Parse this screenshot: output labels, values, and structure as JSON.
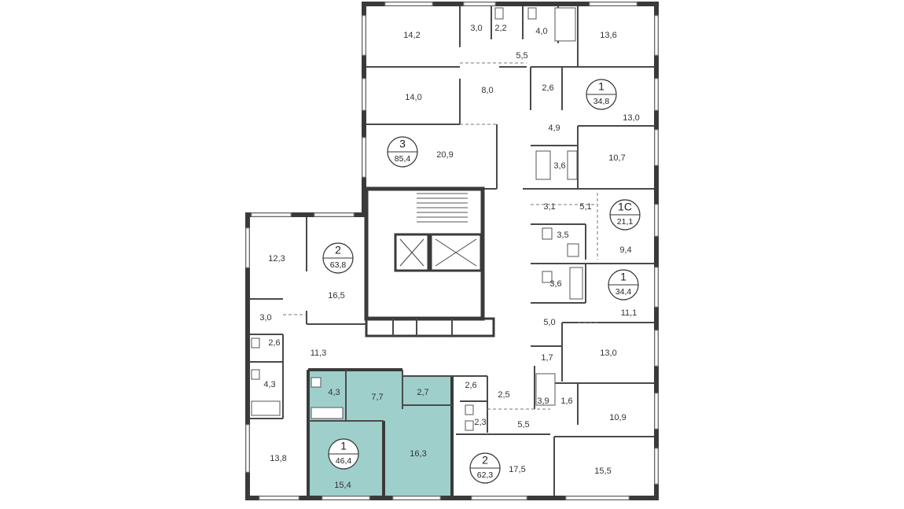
{
  "colors": {
    "highlight": "#9fcfca",
    "wall": "#3a3a3a",
    "background": "#ffffff"
  },
  "rooms": [
    "14,2",
    "3,0",
    "2,2",
    "4,0",
    "13,6",
    "5,5",
    "14,0",
    "8,0",
    "2,6",
    "13,0",
    "4,9",
    "20,9",
    "3,6",
    "10,7",
    "3,1",
    "5,1",
    "3,5",
    "9,4",
    "12,3",
    "16,5",
    "3,6",
    "11,1",
    "5,0",
    "3,0",
    "2,6",
    "11,3",
    "13,0",
    "1,7",
    "4,3",
    "4,3",
    "7,7",
    "2,7",
    "2,6",
    "2,5",
    "3,9",
    "1,6",
    "10,9",
    "2,3",
    "5,5",
    "13,8",
    "16,3",
    "15,4",
    "17,5",
    "15,5"
  ],
  "units": [
    {
      "number": "1",
      "area": "34,8"
    },
    {
      "number": "3",
      "area": "85,4"
    },
    {
      "number": "1С",
      "area": "21,1"
    },
    {
      "number": "2",
      "area": "63,8"
    },
    {
      "number": "1",
      "area": "34,4"
    },
    {
      "number": "1",
      "area": "46,4"
    },
    {
      "number": "2",
      "area": "62,3"
    }
  ]
}
